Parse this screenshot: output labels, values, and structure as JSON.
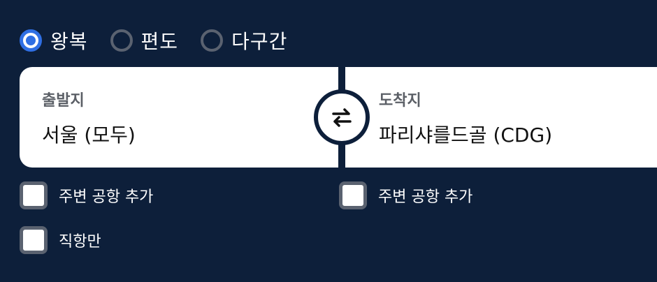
{
  "trip_types": [
    {
      "label": "왕복",
      "selected": true
    },
    {
      "label": "편도",
      "selected": false
    },
    {
      "label": "다구간",
      "selected": false
    }
  ],
  "origin": {
    "label": "출발지",
    "value": "서울 (모두)"
  },
  "destination": {
    "label": "도착지",
    "value": "파리샤를드골 (CDG)"
  },
  "options": {
    "origin_nearby": "주변 공항 추가",
    "destination_nearby": "주변 공항 추가",
    "direct_only": "직항만"
  },
  "colors": {
    "background": "#0d1f3a",
    "accent": "#2f6fe4",
    "field_bg": "#ffffff"
  }
}
